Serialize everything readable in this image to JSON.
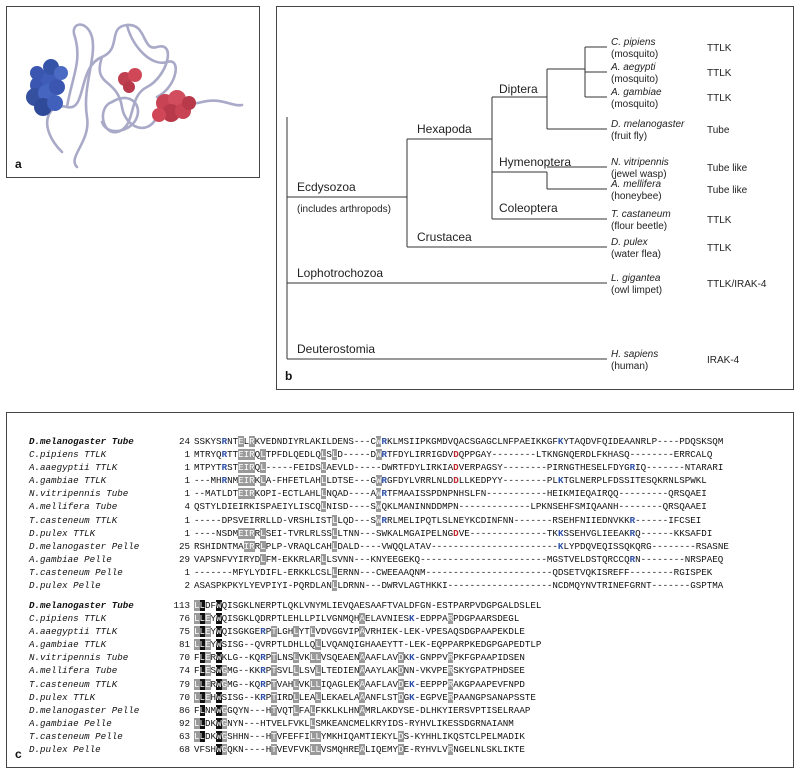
{
  "panel_a": {
    "label": "a"
  },
  "panel_b": {
    "label": "b",
    "clades": {
      "ecdysozoa": "Ecdysozoa",
      "ecdysozoa_note": "(includes arthropods)",
      "hexapoda": "Hexapoda",
      "diptera": "Diptera",
      "hymenoptera": "Hymenoptera",
      "coleoptera": "Coleoptera",
      "crustacea": "Crustacea",
      "lophotrochozoa": "Lophotrochozoa",
      "deuterostomia": "Deuterostomia"
    },
    "taxa": [
      {
        "species": "C. pipiens",
        "common": "(mosquito)",
        "protein": "TTLK"
      },
      {
        "species": "A. aegypti",
        "common": "(mosquito)",
        "protein": "TTLK"
      },
      {
        "species": "A. gambiae",
        "common": "(mosquito)",
        "protein": "TTLK"
      },
      {
        "species": "D. melanogaster",
        "common": "(fruit fly)",
        "protein": "Tube"
      },
      {
        "species": "N. vitripennis",
        "common": "(jewel wasp)",
        "protein": "Tube like"
      },
      {
        "species": "A. mellifera",
        "common": "(honeybee)",
        "protein": "Tube like"
      },
      {
        "species": "T. castaneum",
        "common": "(flour beetle)",
        "protein": "TTLK"
      },
      {
        "species": "D. pulex",
        "common": "(water flea)",
        "protein": "TTLK"
      },
      {
        "species": "L. gigantea",
        "common": "(owl limpet)",
        "protein": "TTLK/IRAK-4"
      },
      {
        "species": "H. sapiens",
        "common": "(human)",
        "protein": "IRAK-4"
      }
    ]
  },
  "panel_c": {
    "label": "c",
    "block1": [
      {
        "name": "D.melanogaster Tube",
        "start": "24",
        "seq": "SSKYSRNTELRKVEDNDIYRLAKILDENS---CWRKLMSIIPKGMDVQACSGAGCLNFPAEIKKGFKYTAQDVFQIDEAANRLP----PDQSKSQM"
      },
      {
        "name": "C.pipiens TTLK",
        "start": "1",
        "seq": "MTRYQRTTEIRQLTPFDLQEDLQLSLD-----DWRTFDYLIRRIGDVDQPPGAY--------LTKNGNQERDLFKHASQ--------ERRCALQ"
      },
      {
        "name": "A.aaegyptii TTLK",
        "start": "1",
        "seq": "MTPYTRSTEIRQL-----FEIDSLAEVLD-----DWRTFDYLIRKIADVERPAGSY--------PIRNGTHESELFDYGRIQ-------NTARARI"
      },
      {
        "name": "A.gambiae TTLK",
        "start": "1",
        "seq": "---MHRNMEIRKLA-FHFETLAHLLDTSE---GWRGFDYLVRRLNLDDLLKEDPYY--------PLKTGLNERPLFDSSITESQKRNLSPWKL"
      },
      {
        "name": "N.vitripennis Tube",
        "start": "1",
        "seq": "--MATLDTEIRKOPI-ECTLAHLLNQAD----AWRTFMAAISSPDNPNHSLFN-----------HEIKMIEQAIRQQ---------QRSQAEI"
      },
      {
        "name": "A.mellifera Tube",
        "start": "4",
        "seq": "QSTYLDIEIRKISPAEIYLISCQLNISD----SWQKLMANINNDDMPN-------------LPKNSEHFSMIQAANH--------QRSQAAEI"
      },
      {
        "name": "T.casteneum TTLK",
        "start": "1",
        "seq": "-----DPSVEIRRLLD-VRSHLISTLLQD---SWRRLMELIPQTLSLNEYKCDINFNN-------RSEHFNIIEDNVKKR------IFCSEI"
      },
      {
        "name": "D.pulex TTLK",
        "start": "1",
        "seq": "----NSDMEIRRLSEI-TVRLRLSSLLTNN---SWKALMGAIPELNGDVE--------------TKKSSEHVGLIEEAKRQ------KKSAFDI"
      },
      {
        "name": "D.melanogaster Pelle",
        "start": "25",
        "seq": "RSHIDNTMAIRRLPLP-VRAQLCAHLDALD----VWQQLATAV-----------------------KLYPDQVEQISSQKQRG--------RSASNE"
      },
      {
        "name": "A.gambiae Pelle",
        "start": "29",
        "seq": "VAPSNFVYIRYDLFM-EKKRLARLLSVNN---KNYEEGEKQ-----------------------MGSTVELDSTQRCCQRN--------NRSPAEQ"
      },
      {
        "name": "T.casteneum Pelle",
        "start": "1",
        "seq": "-------MFYLYDIFL-ERKKLCSLLERNN---CWEEAAQNM-----------------------QDSETVQKISREFF--------RGISPEK"
      },
      {
        "name": "D.pulex Pelle",
        "start": "2",
        "seq": "ASASPKPKYLYEVPIYI-PQRDLANLLDRNN---DWRVLAGTHKKI-------------------NCDMQYNVTRINEFGRNT-------GSPTMA"
      }
    ],
    "block2": [
      {
        "name": "D.melanogaster Tube",
        "start": "113",
        "seq": "LLDFWQISGKLNERPTLQKLVNYMLIEVQAESAAFTVALDFGN-ESTPARPVDGPGALDSLEL"
      },
      {
        "name": "C.pipiens TTLK",
        "start": "76",
        "seq": "LLEYWQISGKLQDRPTLEHLLPILVGNMQHAELAVNIESK-EDPPARPDGPAARSDEGL"
      },
      {
        "name": "A.aaegyptii TTLK",
        "start": "75",
        "seq": "LLEYWQISGKGERPTLGHLYTLVDVGGVIPAVRHIEK-LEK-VPESAQSDGPAAPEKDLE"
      },
      {
        "name": "A.gambiae TTLK",
        "start": "81",
        "seq": "LLEYWSISG--QVRPTLDHLLQLLVQANQIGHAAEYTT-LEK-EQPPARPKEDGPGAPEDTLP"
      },
      {
        "name": "N.vitripennis Tube",
        "start": "70",
        "seq": "FLERWKLG--KQRPTLNSLVKLLVSQEAENAAAFLAVDKK-GNPPVRPKFGPAAPIDSEN"
      },
      {
        "name": "A.mellifera Tube",
        "start": "74",
        "seq": "FLESWGMG--KKRPTSVLLLSVLLTEDIENAAAYLAKDNN-VKVPERSKYGPATPHDSEE"
      },
      {
        "name": "T.casteneum TTLK",
        "start": "79",
        "seq": "LLERWGMG--KQRPTVAHLVKLLIQAGLEKAAAFLAVDEK-EEPPPRAKGPAAPEVFNPD"
      },
      {
        "name": "D.pulex TTLK",
        "start": "70",
        "seq": "LLEHWSISG--KRPTIRDLLEALLEKAELAAANFLSTDGK-EGPVERPAANGPSANAPSSTE"
      },
      {
        "name": "D.melanogaster Pelle",
        "start": "86",
        "seq": "FLNMWGGQYN---HTVQTLFALFKKLKLHNAMRLAKDYSE-DLHKYIERSVPTISELRAAP"
      },
      {
        "name": "A.gambiae Pelle",
        "start": "92",
        "seq": "LLDKWGNYN---HTVELFVKLLSMKEANCMELKRYIDS-RYHVLIKESSDGRNAIANM"
      },
      {
        "name": "T.casteneum Pelle",
        "start": "63",
        "seq": "LLDKWGSHHN---HTVFEFFILLYMKHIQAMTIEKYLDS-KYHHLIKQSTCLPELMADIK"
      },
      {
        "name": "D.pulex Pelle",
        "start": "68",
        "seq": "VFSHWGQKN----HTVEVFVKLLVSMQHREALIQEMYDE-RYHVLVRNGELNLSKLIKTE"
      }
    ]
  }
}
